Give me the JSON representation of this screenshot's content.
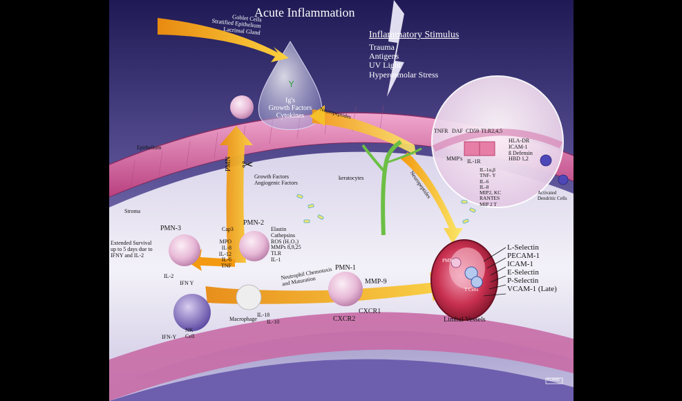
{
  "title": "Acute Inflammation",
  "stimulus": {
    "heading": "Inflammatory Stimulus",
    "items": [
      "Trauma",
      "Antigens",
      "UV Light",
      "Hyperosmolar Stress"
    ]
  },
  "goblet": [
    "Goblet Cells",
    "Stratified Epithelium",
    "Lacrimal Gland"
  ],
  "tear": [
    "Ig's",
    "Growth Factors",
    "Cytokines"
  ],
  "labels": {
    "epithelium": "Epithelium",
    "stroma": "Stroma",
    "keratocytes": "keratocytes",
    "pmn": "PMN",
    "neuropeptides_a": "Neuropeptides",
    "neuropeptides_b": "Neuropeptides",
    "growth": [
      "Growth Factors",
      "Angiogenic Factors"
    ],
    "pmn1": "PMN-1",
    "pmn2": "PMN-2",
    "pmn3": "PMN-3",
    "mmp9": "MMP-9",
    "cxcr1": "CXCR1",
    "cxcr2": "CXCR2",
    "chemotaxis": [
      "Neutrophil Chemotaxis",
      "and Maturation"
    ],
    "cap3": "Cap3",
    "pmn2_right": [
      "Elastin",
      "Cathepsins",
      "ROS (H₂O₂)",
      "MMPs 8,9,25",
      "TLR",
      "IL-1"
    ],
    "pmn2_left": [
      "MPO",
      "IL-8",
      "IL-12",
      "IL-6",
      "TNF"
    ],
    "extended": [
      "Extended Survival",
      "up to 5 days due to",
      "IFNY and IL-2"
    ],
    "il2": "IL-2",
    "ifny": "IFN Y",
    "ifny2": "IFN-Y",
    "nk": [
      "NK",
      "Cell"
    ],
    "macrophage": "Macrophage",
    "il18": "IL-18",
    "il10": "IL-10",
    "receptors_top": [
      "TNFR",
      "DAF",
      "CD59",
      "TLR2,4,5"
    ],
    "receptors_right": [
      "HLA-DR",
      "ICAM-1",
      "ß Defensin",
      "HBD 1,2"
    ],
    "mmps": "MMP's",
    "il1r": "IL-1R",
    "cytokines": [
      "IL-1α,β",
      "TNF- Y",
      "IL-6",
      "IL-8",
      "MIP2, KC",
      "RANTES",
      "MIP 2 T"
    ],
    "dendritic": [
      "Activated",
      "Dendritic Cells"
    ],
    "limbal_markers": [
      "L-Selectin",
      "PECAM-1",
      "ICAM-1",
      "E-Selectin",
      "P-Selectin",
      "VCAM-1 (Late)"
    ],
    "limbal_vessels": "Limbal Vessels",
    "vessel_pmn": "PMN",
    "tcells": "T Cells",
    "signature": "KURIE"
  },
  "colors": {
    "sky_top": "#2c2566",
    "sky_bottom": "#b9b2d8",
    "epithelium": "#d66ea8",
    "stroma": "#e9e6f3",
    "arrow_orange": "#f29a1a",
    "arrow_yellow": "#f7e15a",
    "vessel": "#b21f3a"
  }
}
